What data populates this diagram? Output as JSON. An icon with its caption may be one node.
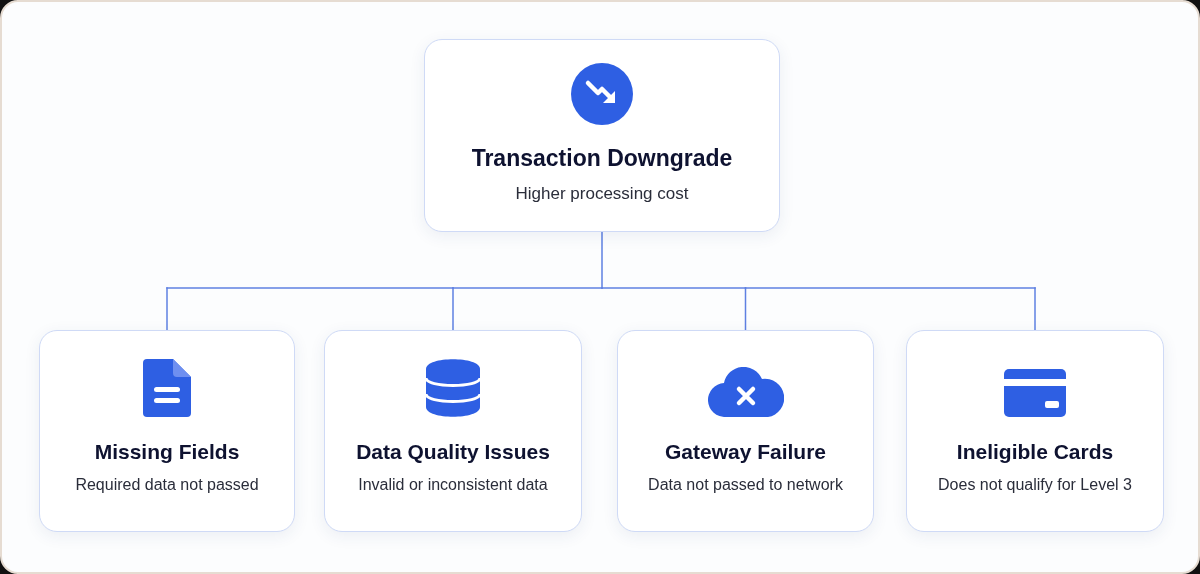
{
  "diagram": {
    "nodes": [
      {
        "text": [
          "Transaction Downgrade",
          "Higher processing cost"
        ]
      },
      {
        "text": [
          "Missing Fields",
          "Required data not passed"
        ]
      },
      {
        "text": [
          "Data Quality Issues",
          "Invalid or inconsistent data"
        ]
      },
      {
        "text": [
          "Gateway Failure",
          "Data not passed to network"
        ]
      },
      {
        "text": [
          "Ineligible Cards",
          "Does not qualify for Level 3"
        ]
      }
    ],
    "edges": [
      {
        "from": 0,
        "to": 1,
        "arrow": "none"
      },
      {
        "from": 0,
        "to": 2,
        "arrow": "none"
      },
      {
        "from": 0,
        "to": 3,
        "arrow": "none"
      },
      {
        "from": 0,
        "to": 4,
        "arrow": "none"
      }
    ]
  }
}
